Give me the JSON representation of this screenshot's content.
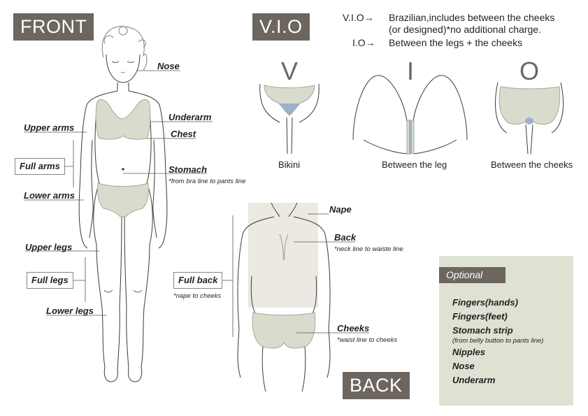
{
  "headers": {
    "front": "FRONT",
    "vio": "V.I.O",
    "back": "BACK"
  },
  "legend": {
    "vio": {
      "term": "V.I.O→",
      "line1": "Brazilian,includes between the cheeks",
      "line2": "(or designed)*no additional charge."
    },
    "io": {
      "term": "I.O→",
      "text": "Between the legs + the cheeks"
    }
  },
  "vio_panels": {
    "v": {
      "letter": "V",
      "caption": "Bikini"
    },
    "i": {
      "letter": "I",
      "caption": "Between the leg"
    },
    "o": {
      "letter": "O",
      "caption": "Between the cheeks"
    }
  },
  "front_labels": {
    "nose": "Nose",
    "underarm": "Underarm",
    "chest": "Chest",
    "stomach": "Stomach",
    "stomach_note": "*from bra line to pants line",
    "upper_arms": "Upper arms",
    "full_arms": "Full arms",
    "lower_arms": "Lower arms",
    "upper_legs": "Upper legs",
    "full_legs": "Full legs",
    "lower_legs": "Lower legs"
  },
  "back_labels": {
    "nape": "Nape",
    "back": "Back",
    "back_note": "*neck line to waiste line",
    "full_back": "Full back",
    "full_back_note": "*nape to cheeks",
    "cheeks": "Cheeks",
    "cheeks_note": "*waist line to cheeks"
  },
  "optional": {
    "title": "Optional",
    "items": [
      {
        "label": "Fingers(hands)",
        "sub": ""
      },
      {
        "label": "Fingers(feet)",
        "sub": ""
      },
      {
        "label": "Stomach strip",
        "sub": "(from belly button to pants line)"
      },
      {
        "label": "Nipples",
        "sub": ""
      },
      {
        "label": "Nose",
        "sub": ""
      },
      {
        "label": "Underarm",
        "sub": ""
      }
    ]
  },
  "colors": {
    "header_bg": "#6d665f",
    "highlight": "#d9dccd",
    "accent_blue": "#9db0cc",
    "optional_bg": "#dfe1d3"
  },
  "icons": {
    "arrow": "right-arrow"
  }
}
